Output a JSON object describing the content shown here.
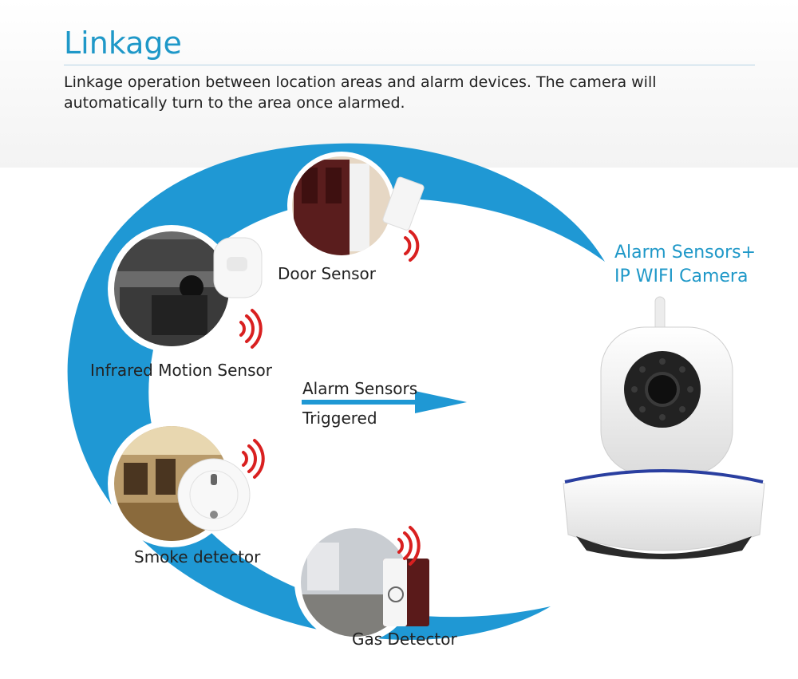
{
  "header": {
    "title": "Linkage",
    "description": "Linkage operation between location areas and alarm devices. The camera will automatically turn to the area once alarmed."
  },
  "labels": {
    "door_sensor": "Door Sensor",
    "motion_sensor": "Infrared Motion Sensor",
    "smoke_detector": "Smoke detector",
    "gas_detector": "Gas Detector",
    "arrow_top": "Alarm Sensors",
    "arrow_bottom": "Triggered",
    "camera_line1": "Alarm Sensors+",
    "camera_line2": "IP WIFI Camera"
  },
  "icons": [
    "door-sensor-icon",
    "motion-sensor-icon",
    "smoke-detector-icon",
    "gas-detector-icon",
    "wireless-signal-icon",
    "ip-camera-icon"
  ],
  "colors": {
    "accent": "#1f98c8",
    "signal": "#d92020"
  }
}
